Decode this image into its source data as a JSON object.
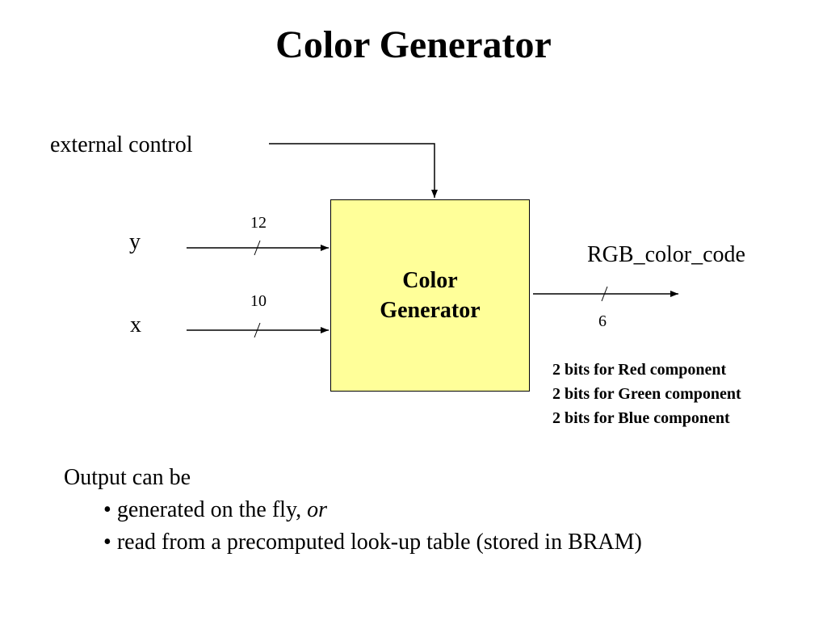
{
  "slide": {
    "title": "Color Generator"
  },
  "colors": {
    "block_fill": "#FFFF99",
    "wire": "#000000"
  },
  "diagram": {
    "block": {
      "line1": "Color",
      "line2": "Generator"
    },
    "inputs": {
      "external_control": "external control",
      "y": {
        "label": "y",
        "width": "12"
      },
      "x": {
        "label": "x",
        "width": "10"
      }
    },
    "output": {
      "label": "RGB_color_code",
      "width": "6",
      "notes": [
        "2 bits for Red component",
        "2 bits for Green component",
        "2 bits for Blue component"
      ]
    }
  },
  "body": {
    "intro": "Output can be",
    "bullets": [
      {
        "text": "generated on the fly, ",
        "emphasis": "or"
      },
      {
        "text": "read from a precomputed look-up table (stored in BRAM)"
      }
    ]
  }
}
